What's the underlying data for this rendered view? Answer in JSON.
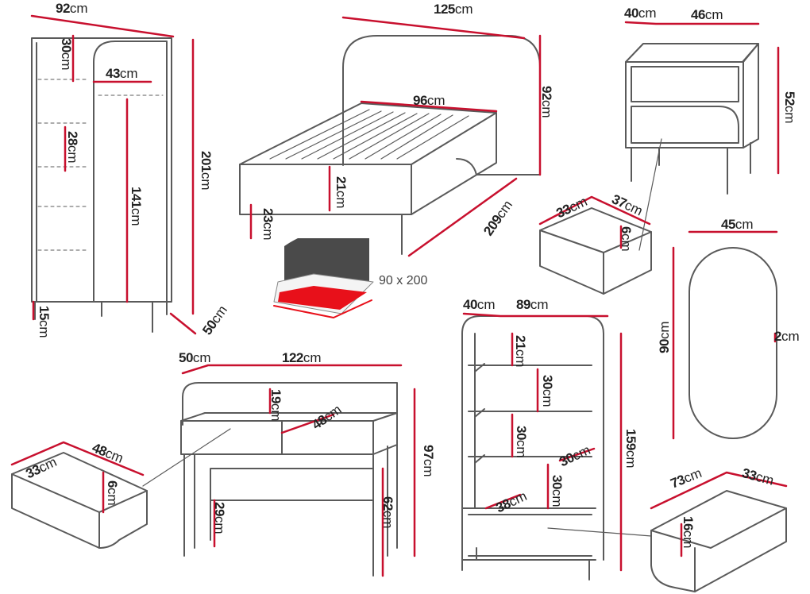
{
  "colors": {
    "outline": "#5a5a5a",
    "dimension": "#c8102e",
    "bedding": "#e8101a"
  },
  "wardrobe": {
    "width": {
      "value": "92",
      "unit": "cm"
    },
    "top_gap": {
      "value": "30",
      "unit": "cm"
    },
    "door_width": {
      "value": "43",
      "unit": "cm"
    },
    "shelf_gap": {
      "value": "28",
      "unit": "cm"
    },
    "rail_height": {
      "value": "141",
      "unit": "cm"
    },
    "height": {
      "value": "201",
      "unit": "cm"
    },
    "leg_height": {
      "value": "15",
      "unit": "cm"
    },
    "depth": {
      "value": "50",
      "unit": "cm"
    }
  },
  "bed": {
    "width": {
      "value": "125",
      "unit": "cm"
    },
    "inner_width": {
      "value": "96",
      "unit": "cm"
    },
    "headboard_height": {
      "value": "92",
      "unit": "cm"
    },
    "frame_height": {
      "value": "21",
      "unit": "cm"
    },
    "leg_height": {
      "value": "23",
      "unit": "cm"
    },
    "length": {
      "value": "209",
      "unit": "cm"
    },
    "mattress_size": "90 x 200"
  },
  "nightstand": {
    "depth": {
      "value": "40",
      "unit": "cm"
    },
    "width": {
      "value": "46",
      "unit": "cm"
    },
    "height": {
      "value": "52",
      "unit": "cm"
    }
  },
  "nightstand_drawer": {
    "depth": {
      "value": "33",
      "unit": "cm"
    },
    "width": {
      "value": "37",
      "unit": "cm"
    },
    "height": {
      "value": "6",
      "unit": "cm"
    }
  },
  "mirror": {
    "width": {
      "value": "45",
      "unit": "cm"
    },
    "height": {
      "value": "90",
      "unit": "cm"
    },
    "thickness": {
      "value": "2",
      "unit": "cm"
    }
  },
  "bookshelf": {
    "depth": {
      "value": "40",
      "unit": "cm"
    },
    "width": {
      "value": "89",
      "unit": "cm"
    },
    "top_gap": {
      "value": "21",
      "unit": "cm"
    },
    "gap1": {
      "value": "30",
      "unit": "cm"
    },
    "gap2": {
      "value": "30",
      "unit": "cm"
    },
    "shelf_depth": {
      "value": "30",
      "unit": "cm"
    },
    "drawer_depth": {
      "value": "38",
      "unit": "cm"
    },
    "gap3": {
      "value": "30",
      "unit": "cm"
    },
    "height": {
      "value": "159",
      "unit": "cm"
    }
  },
  "bookshelf_drawer": {
    "width": {
      "value": "73",
      "unit": "cm"
    },
    "depth": {
      "value": "33",
      "unit": "cm"
    },
    "height": {
      "value": "16",
      "unit": "cm"
    }
  },
  "desk": {
    "depth": {
      "value": "50",
      "unit": "cm"
    },
    "width": {
      "value": "122",
      "unit": "cm"
    },
    "upstand": {
      "value": "19",
      "unit": "cm"
    },
    "drawer_width": {
      "value": "48",
      "unit": "cm"
    },
    "height": {
      "value": "97",
      "unit": "cm"
    },
    "panel_height": {
      "value": "29",
      "unit": "cm"
    },
    "leg_clearance": {
      "value": "62",
      "unit": "cm"
    }
  },
  "desk_drawer": {
    "depth": {
      "value": "33",
      "unit": "cm"
    },
    "width": {
      "value": "48",
      "unit": "cm"
    },
    "height": {
      "value": "6",
      "unit": "cm"
    }
  }
}
